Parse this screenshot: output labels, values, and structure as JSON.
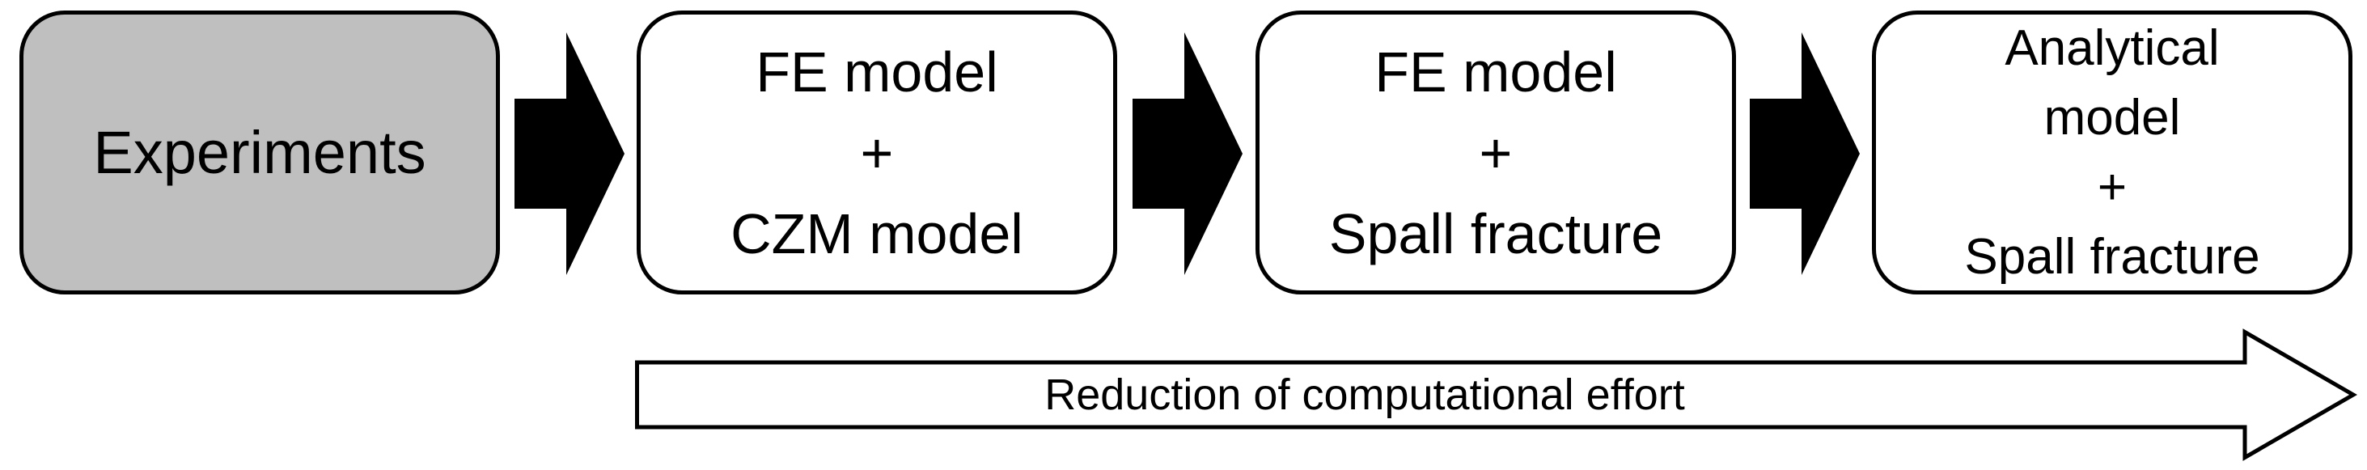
{
  "boxes": {
    "experiments": {
      "label": "Experiments",
      "fill": "#bfbfbf"
    },
    "fe_czm": {
      "line1": "FE model",
      "line2": "+",
      "line3": "CZM model",
      "fill": "#ffffff"
    },
    "fe_spall": {
      "line1": "FE model",
      "line2": "+",
      "line3": "Spall fracture",
      "fill": "#ffffff"
    },
    "analytical": {
      "line1": "Analytical",
      "line2": "model",
      "line3": "+",
      "line4": "Spall fracture",
      "fill": "#ffffff"
    }
  },
  "effort_arrow": {
    "label": "Reduction of computational effort"
  },
  "colors": {
    "stroke": "#000000",
    "connector": "#000000",
    "highlight_box": "#bfbfbf",
    "plain_box": "#ffffff"
  }
}
